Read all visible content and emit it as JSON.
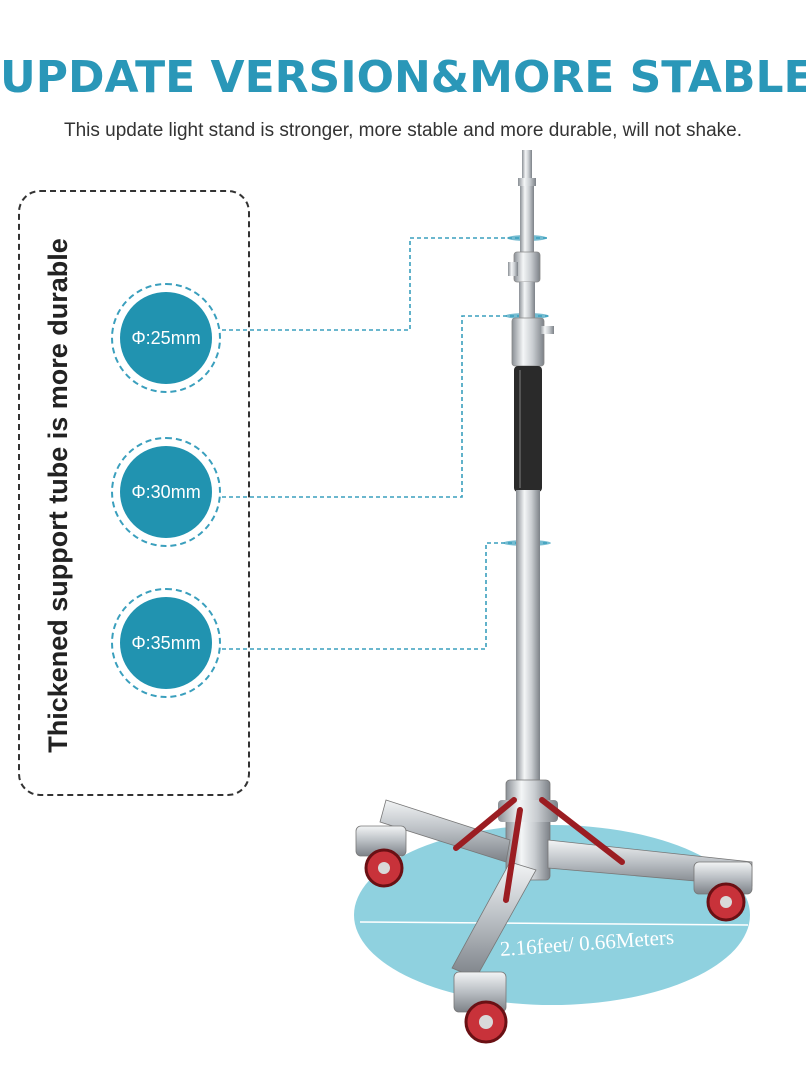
{
  "headline": "UPDATE VERSION&MORE STABLE",
  "subline": "This update light stand is stronger, more stable and more durable, will not shake.",
  "side_label": "Thickened support tube is more durable",
  "diameters": [
    {
      "label": "Φ:25mm"
    },
    {
      "label": "Φ:30mm"
    },
    {
      "label": "Φ:35mm"
    }
  ],
  "dimension": "2.16feet/ 0.66Meters",
  "colors": {
    "accent": "#2a97b8",
    "badge": "#2193b0",
    "base_ellipse": "#8fd1df",
    "leg_brace": "#9b1d22",
    "wheel": "#c8323a"
  }
}
